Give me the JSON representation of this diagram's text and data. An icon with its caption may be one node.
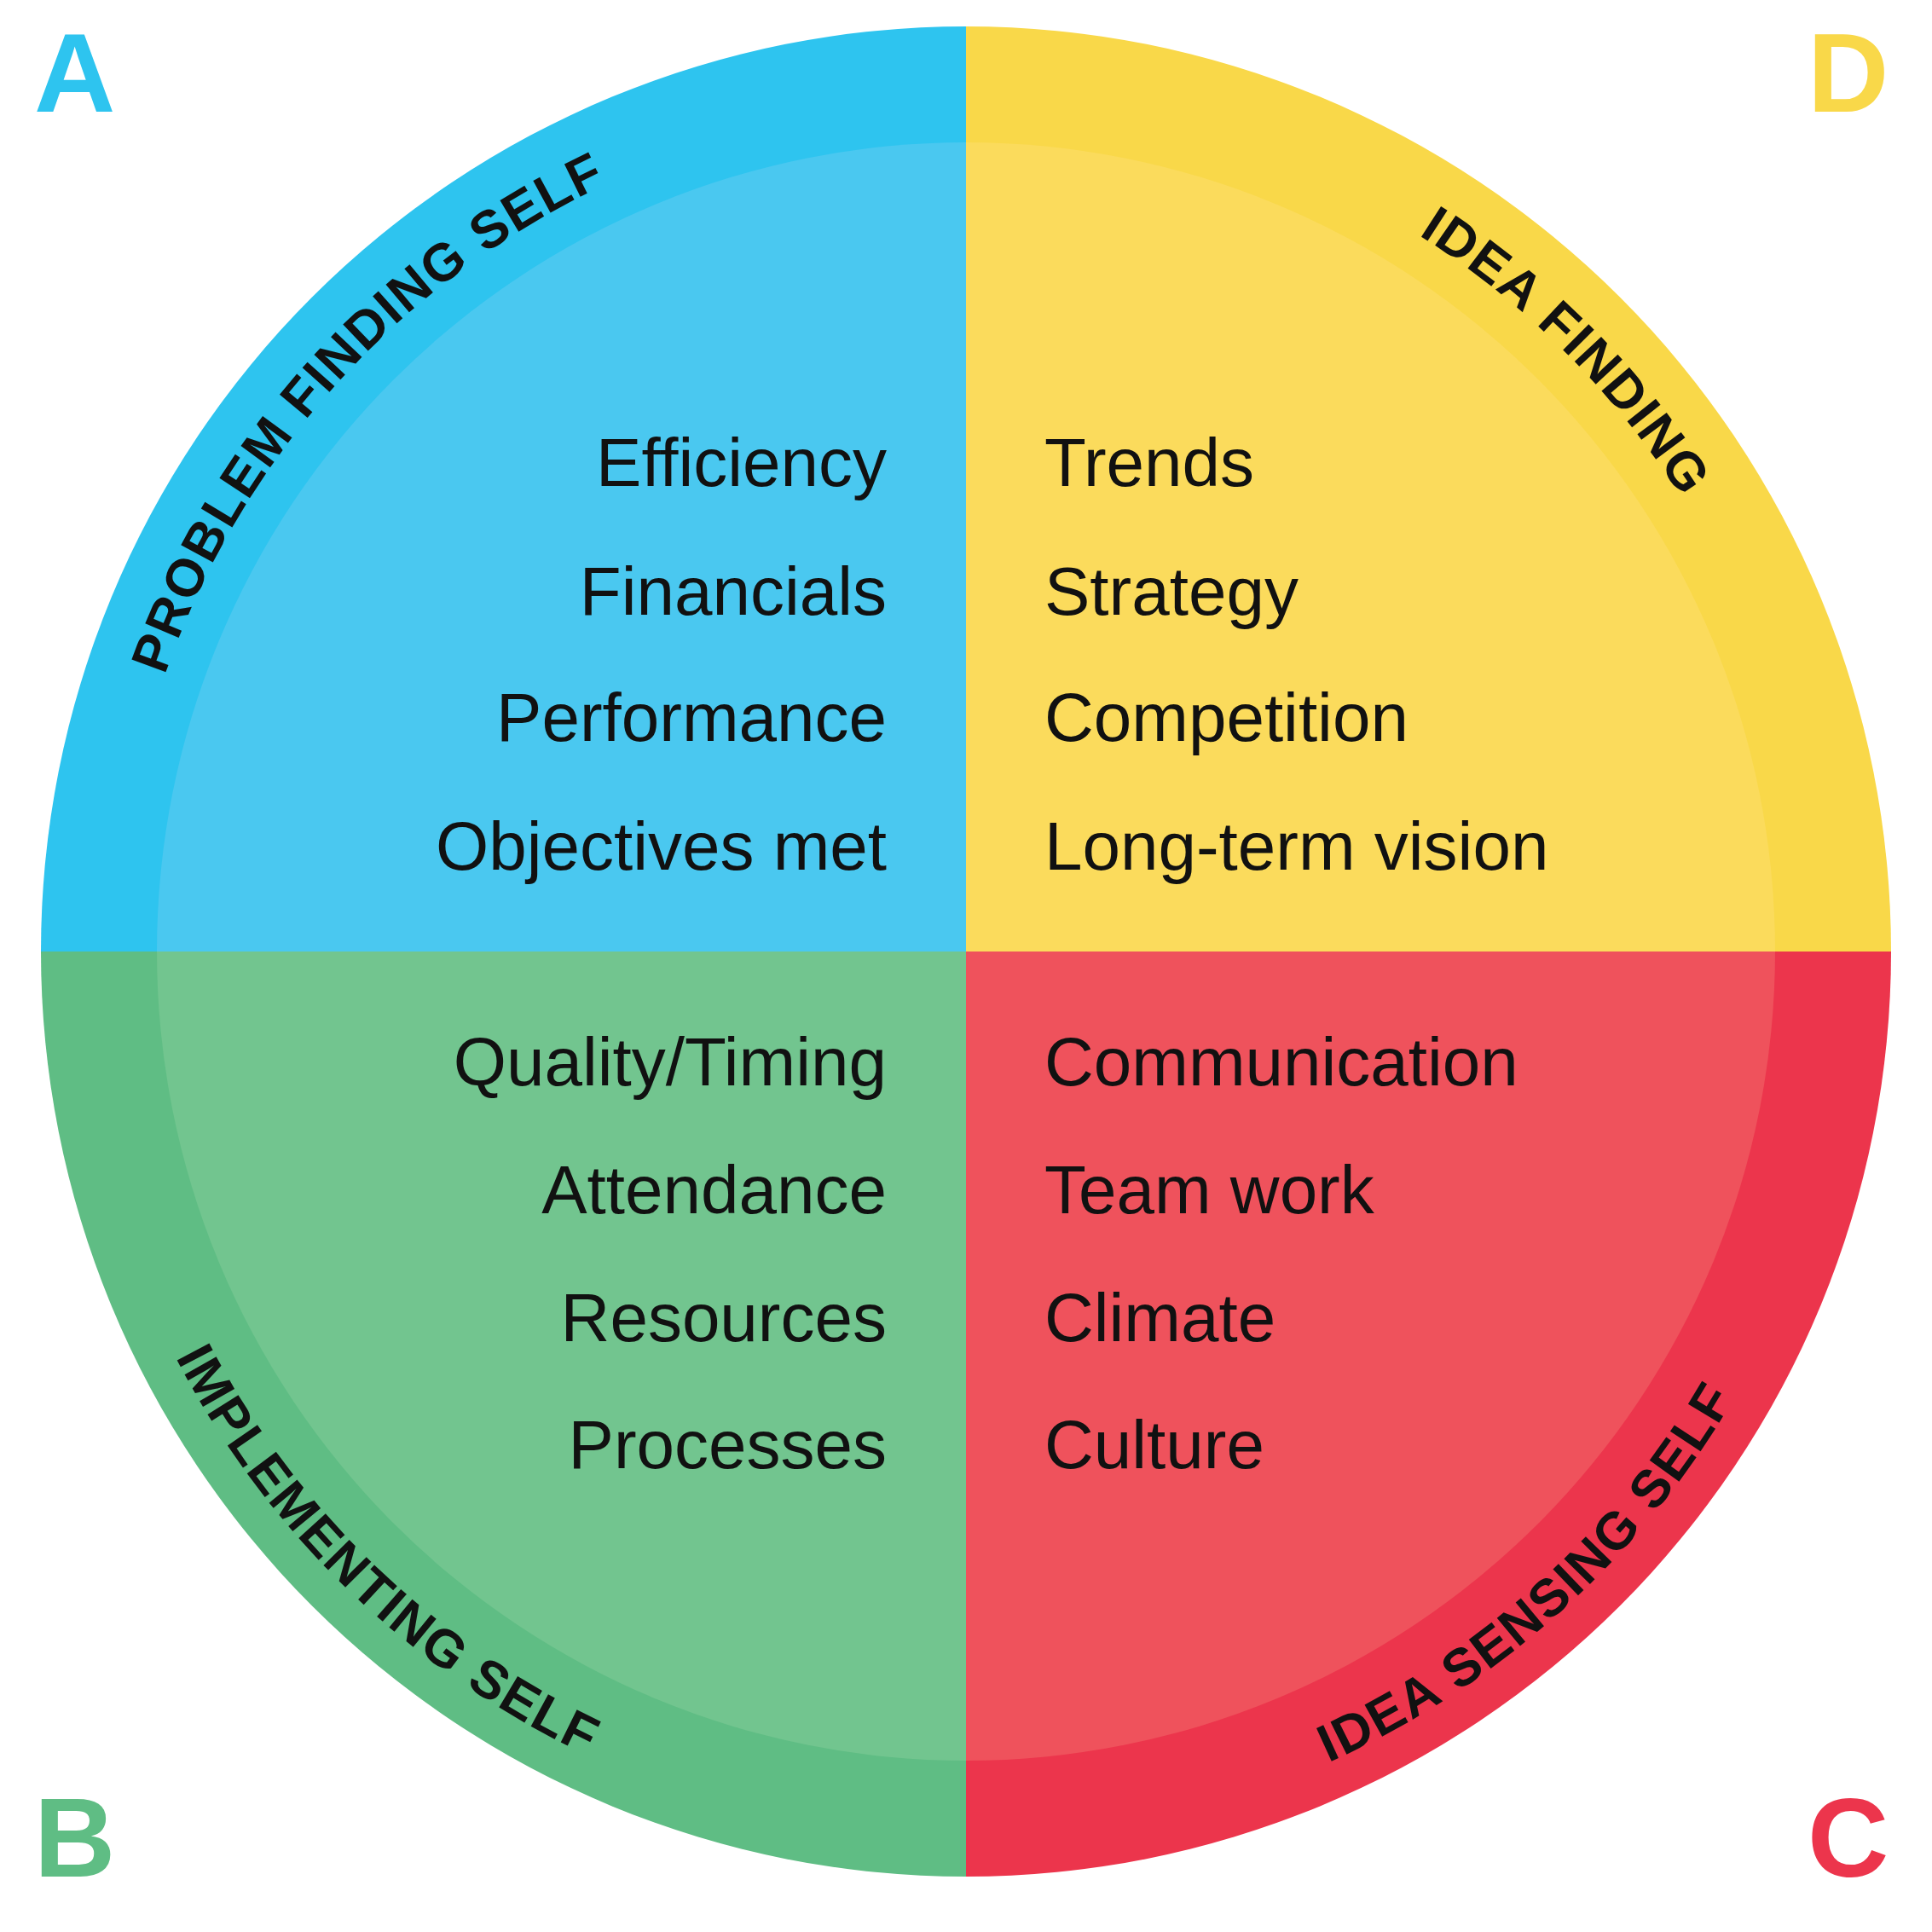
{
  "diagram": {
    "nodes": [
      {
        "text": [
          "PROBLEM FINDING SELF",
          "Efficiency",
          "Financials",
          "Performance",
          "Objectives met"
        ],
        "beside": [
          "A"
        ]
      },
      {
        "text": [
          "IDEA FINDING",
          "Trends",
          "Strategy",
          "Competition",
          "Long-term vision"
        ],
        "beside": [
          "D"
        ]
      },
      {
        "text": [
          "IMPLEMENTING SELF",
          "Quality/Timing",
          "Attendance",
          "Resources",
          "Processes"
        ],
        "beside": [
          "B"
        ]
      },
      {
        "text": [
          "IDEA SENSING SELF",
          "Communication",
          "Team work",
          "Climate",
          "Culture"
        ],
        "beside": [
          "C"
        ]
      }
    ]
  }
}
